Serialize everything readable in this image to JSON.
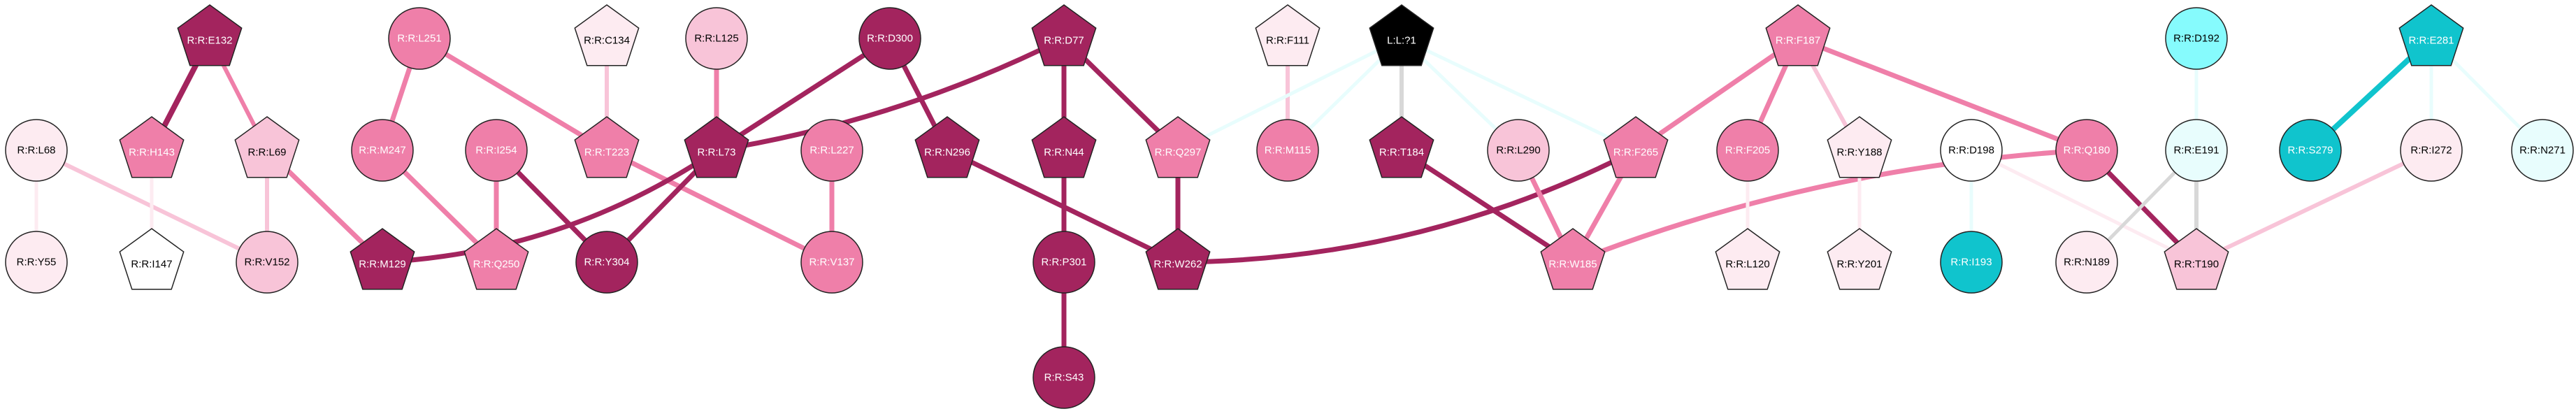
{
  "colors": {
    "dark_magenta": "#a3245e",
    "pink": "#ef7fa9",
    "light_pink": "#f8c4d8",
    "pale_pink": "#fdebf1",
    "white": "#ffffff",
    "black": "#000000",
    "cyan": "#10c4cd",
    "light_cyan": "#86fbfd",
    "pale_cyan": "#e8fdfd"
  },
  "nodes": [
    {
      "id": "E132",
      "label": "R:R:E132",
      "shape": "pentagon",
      "color": "dark_magenta"
    },
    {
      "id": "L251",
      "label": "R:R:L251",
      "shape": "circle",
      "color": "pink"
    },
    {
      "id": "C134",
      "label": "R:R:C134",
      "shape": "pentagon",
      "color": "pale_pink"
    },
    {
      "id": "L125",
      "label": "R:R:L125",
      "shape": "circle",
      "color": "light_pink"
    },
    {
      "id": "D300",
      "label": "R:R:D300",
      "shape": "circle",
      "color": "dark_magenta"
    },
    {
      "id": "D77",
      "label": "R:R:D77",
      "shape": "pentagon",
      "color": "dark_magenta"
    },
    {
      "id": "F111",
      "label": "R:R:F111",
      "shape": "pentagon",
      "color": "pale_pink"
    },
    {
      "id": "L1",
      "label": "L:L:?1",
      "shape": "pentagon",
      "color": "black"
    },
    {
      "id": "F187",
      "label": "R:R:F187",
      "shape": "pentagon",
      "color": "pink"
    },
    {
      "id": "D192",
      "label": "R:R:D192",
      "shape": "circle",
      "color": "light_cyan"
    },
    {
      "id": "E281",
      "label": "R:R:E281",
      "shape": "pentagon",
      "color": "cyan"
    },
    {
      "id": "L68",
      "label": "R:R:L68",
      "shape": "circle",
      "color": "pale_pink"
    },
    {
      "id": "H143",
      "label": "R:R:H143",
      "shape": "pentagon",
      "color": "pink"
    },
    {
      "id": "L69",
      "label": "R:R:L69",
      "shape": "pentagon",
      "color": "light_pink"
    },
    {
      "id": "M247",
      "label": "R:R:M247",
      "shape": "circle",
      "color": "pink"
    },
    {
      "id": "I254",
      "label": "R:R:I254",
      "shape": "circle",
      "color": "pink"
    },
    {
      "id": "T223",
      "label": "R:R:T223",
      "shape": "pentagon",
      "color": "pink"
    },
    {
      "id": "L73",
      "label": "R:R:L73",
      "shape": "pentagon",
      "color": "dark_magenta"
    },
    {
      "id": "L227",
      "label": "R:R:L227",
      "shape": "circle",
      "color": "pink"
    },
    {
      "id": "N296",
      "label": "R:R:N296",
      "shape": "pentagon",
      "color": "dark_magenta"
    },
    {
      "id": "N44",
      "label": "R:R:N44",
      "shape": "pentagon",
      "color": "dark_magenta"
    },
    {
      "id": "Q297",
      "label": "R:R:Q297",
      "shape": "pentagon",
      "color": "pink"
    },
    {
      "id": "M115",
      "label": "R:R:M115",
      "shape": "circle",
      "color": "pink"
    },
    {
      "id": "T184",
      "label": "R:R:T184",
      "shape": "pentagon",
      "color": "dark_magenta"
    },
    {
      "id": "L290",
      "label": "R:R:L290",
      "shape": "circle",
      "color": "light_pink"
    },
    {
      "id": "F265",
      "label": "R:R:F265",
      "shape": "pentagon",
      "color": "pink"
    },
    {
      "id": "F205",
      "label": "R:R:F205",
      "shape": "circle",
      "color": "pink"
    },
    {
      "id": "Y188",
      "label": "R:R:Y188",
      "shape": "pentagon",
      "color": "pale_pink"
    },
    {
      "id": "D198",
      "label": "R:R:D198",
      "shape": "circle",
      "color": "white"
    },
    {
      "id": "Q180",
      "label": "R:R:Q180",
      "shape": "circle",
      "color": "pink"
    },
    {
      "id": "E191",
      "label": "R:R:E191",
      "shape": "circle",
      "color": "pale_cyan"
    },
    {
      "id": "S279",
      "label": "R:R:S279",
      "shape": "circle",
      "color": "cyan"
    },
    {
      "id": "I272",
      "label": "R:R:I272",
      "shape": "circle",
      "color": "pale_pink"
    },
    {
      "id": "N271",
      "label": "R:R:N271",
      "shape": "circle",
      "color": "pale_cyan"
    },
    {
      "id": "Y55",
      "label": "R:R:Y55",
      "shape": "circle",
      "color": "pale_pink"
    },
    {
      "id": "I147",
      "label": "R:R:I147",
      "shape": "pentagon",
      "color": "white"
    },
    {
      "id": "V152",
      "label": "R:R:V152",
      "shape": "circle",
      "color": "light_pink"
    },
    {
      "id": "M129",
      "label": "R:R:M129",
      "shape": "pentagon",
      "color": "dark_magenta"
    },
    {
      "id": "Q250",
      "label": "R:R:Q250",
      "shape": "pentagon",
      "color": "pink"
    },
    {
      "id": "Y304",
      "label": "R:R:Y304",
      "shape": "circle",
      "color": "dark_magenta"
    },
    {
      "id": "V137",
      "label": "R:R:V137",
      "shape": "circle",
      "color": "pink"
    },
    {
      "id": "P301",
      "label": "R:R:P301",
      "shape": "circle",
      "color": "dark_magenta"
    },
    {
      "id": "W262",
      "label": "R:R:W262",
      "shape": "pentagon",
      "color": "dark_magenta"
    },
    {
      "id": "W185",
      "label": "R:R:W185",
      "shape": "pentagon",
      "color": "pink"
    },
    {
      "id": "L120",
      "label": "R:R:L120",
      "shape": "pentagon",
      "color": "pale_pink"
    },
    {
      "id": "Y201",
      "label": "R:R:Y201",
      "shape": "pentagon",
      "color": "pale_pink"
    },
    {
      "id": "I193",
      "label": "R:R:I193",
      "shape": "circle",
      "color": "cyan"
    },
    {
      "id": "N189",
      "label": "R:R:N189",
      "shape": "circle",
      "color": "pale_pink"
    },
    {
      "id": "T190",
      "label": "R:R:T190",
      "shape": "pentagon",
      "color": "light_pink"
    },
    {
      "id": "S43",
      "label": "R:R:S43",
      "shape": "circle",
      "color": "dark_magenta"
    }
  ],
  "edges": [
    {
      "from": "E132",
      "to": "H143",
      "color": "dark_magenta",
      "weight": 8
    },
    {
      "from": "E132",
      "to": "L69",
      "color": "pink",
      "weight": 6
    },
    {
      "from": "L251",
      "to": "M247",
      "color": "pink",
      "weight": 7
    },
    {
      "from": "L251",
      "to": "T223",
      "color": "pink",
      "weight": 7
    },
    {
      "from": "C134",
      "to": "T223",
      "color": "light_pink",
      "weight": 6
    },
    {
      "from": "L125",
      "to": "L73",
      "color": "pink",
      "weight": 7
    },
    {
      "from": "D300",
      "to": "L73",
      "color": "dark_magenta",
      "weight": 7
    },
    {
      "from": "D300",
      "to": "N296",
      "color": "dark_magenta",
      "weight": 7
    },
    {
      "from": "D77",
      "to": "L73",
      "color": "dark_magenta",
      "weight": 7
    },
    {
      "from": "D77",
      "to": "N44",
      "color": "dark_magenta",
      "weight": 7
    },
    {
      "from": "D77",
      "to": "Q297",
      "color": "dark_magenta",
      "weight": 7
    },
    {
      "from": "F111",
      "to": "M115",
      "color": "light_pink",
      "weight": 6
    },
    {
      "from": "L1",
      "to": "Q297",
      "color": "pale_cyan",
      "weight": 5
    },
    {
      "from": "L1",
      "to": "M115",
      "color": "pale_cyan",
      "weight": 5
    },
    {
      "from": "L1",
      "to": "T184",
      "color": "light_gray",
      "weight": 6
    },
    {
      "from": "L1",
      "to": "L290",
      "color": "pale_cyan",
      "weight": 5
    },
    {
      "from": "L1",
      "to": "F265",
      "color": "pale_cyan",
      "weight": 5
    },
    {
      "from": "F187",
      "to": "F265",
      "color": "pink",
      "weight": 7
    },
    {
      "from": "F187",
      "to": "F205",
      "color": "pink",
      "weight": 7
    },
    {
      "from": "F187",
      "to": "Y188",
      "color": "light_pink",
      "weight": 6
    },
    {
      "from": "F187",
      "to": "Q180",
      "color": "pink",
      "weight": 7
    },
    {
      "from": "D192",
      "to": "E191",
      "color": "pale_cyan",
      "weight": 5
    },
    {
      "from": "E281",
      "to": "S279",
      "color": "cyan",
      "weight": 8
    },
    {
      "from": "E281",
      "to": "I272",
      "color": "pale_cyan",
      "weight": 5
    },
    {
      "from": "E281",
      "to": "N271",
      "color": "pale_cyan",
      "weight": 5
    },
    {
      "from": "L68",
      "to": "Y55",
      "color": "pale_pink",
      "weight": 5
    },
    {
      "from": "L68",
      "to": "V152",
      "color": "light_pink",
      "weight": 6
    },
    {
      "from": "H143",
      "to": "I147",
      "color": "pale_pink",
      "weight": 5
    },
    {
      "from": "L69",
      "to": "V152",
      "color": "light_pink",
      "weight": 6
    },
    {
      "from": "L69",
      "to": "M129",
      "color": "pink",
      "weight": 7
    },
    {
      "from": "M247",
      "to": "Q250",
      "color": "pink",
      "weight": 7
    },
    {
      "from": "I254",
      "to": "Q250",
      "color": "pink",
      "weight": 7
    },
    {
      "from": "I254",
      "to": "Y304",
      "color": "dark_magenta",
      "weight": 7
    },
    {
      "from": "T223",
      "to": "V137",
      "color": "pink",
      "weight": 7
    },
    {
      "from": "L73",
      "to": "M129",
      "color": "dark_magenta",
      "weight": 7
    },
    {
      "from": "L73",
      "to": "Y304",
      "color": "dark_magenta",
      "weight": 7
    },
    {
      "from": "L227",
      "to": "V137",
      "color": "pink",
      "weight": 7
    },
    {
      "from": "N296",
      "to": "W262",
      "color": "dark_magenta",
      "weight": 7
    },
    {
      "from": "N44",
      "to": "P301",
      "color": "dark_magenta",
      "weight": 7
    },
    {
      "from": "P301",
      "to": "S43",
      "color": "dark_magenta",
      "weight": 7
    },
    {
      "from": "Q297",
      "to": "W262",
      "color": "dark_magenta",
      "weight": 7
    },
    {
      "from": "F265",
      "to": "W262",
      "color": "dark_magenta",
      "weight": 7
    },
    {
      "from": "T184",
      "to": "W185",
      "color": "dark_magenta",
      "weight": 7
    },
    {
      "from": "L290",
      "to": "W185",
      "color": "pink",
      "weight": 7
    },
    {
      "from": "F265",
      "to": "W185",
      "color": "pink",
      "weight": 7
    },
    {
      "from": "Q180",
      "to": "W185",
      "color": "pink",
      "weight": 7
    },
    {
      "from": "Q180",
      "to": "T190",
      "color": "dark_magenta",
      "weight": 7
    },
    {
      "from": "F205",
      "to": "L120",
      "color": "pale_pink",
      "weight": 5
    },
    {
      "from": "Y188",
      "to": "Y201",
      "color": "pale_pink",
      "weight": 5
    },
    {
      "from": "D198",
      "to": "I193",
      "color": "pale_cyan",
      "weight": 5
    },
    {
      "from": "D198",
      "to": "T190",
      "color": "pale_pink",
      "weight": 5
    },
    {
      "from": "E191",
      "to": "T190",
      "color": "light_gray",
      "weight": 6
    },
    {
      "from": "E191",
      "to": "N189",
      "color": "light_gray",
      "weight": 5
    },
    {
      "from": "I272",
      "to": "T190",
      "color": "light_pink",
      "weight": 6
    }
  ]
}
